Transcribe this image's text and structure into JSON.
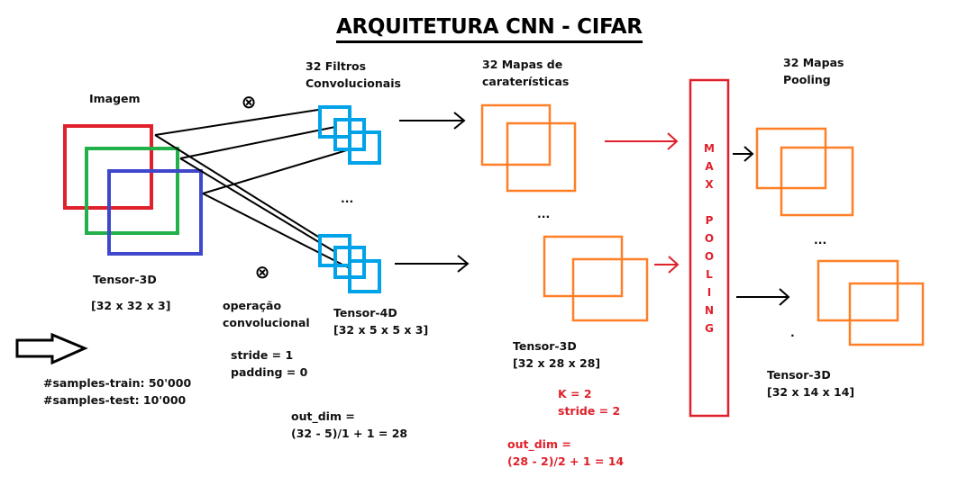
{
  "title": "ARQUITETURA CNN - CIFAR",
  "input": {
    "label": "Imagem",
    "tensor_label": "Tensor-3D",
    "tensor_shape": "[32 x 32 x 3]",
    "samples_train": "#samples-train: 50'000",
    "samples_test": "#samples-test: 10'000"
  },
  "filters": {
    "label_line1": "32 Filtros",
    "label_line2": "Convolucionais",
    "ellipsis": "...",
    "tensor_label": "Tensor-4D",
    "tensor_shape": "[32 x 5 x 5 x 3]"
  },
  "convolution": {
    "op_line1": "operação",
    "op_line2": "convolucional",
    "stride": "stride = 1",
    "padding": "padding = 0",
    "out_dim_line1": "out_dim =",
    "out_dim_line2": "(32 - 5)/1 + 1 = 28",
    "operator_symbol": "⊗"
  },
  "feature_maps": {
    "label_line1": "32 Mapas de",
    "label_line2": "caraterísticas",
    "ellipsis": "...",
    "tensor_label": "Tensor-3D",
    "tensor_shape": "[32 x 28 x 28]"
  },
  "max_pooling": {
    "letters": [
      "M",
      "A",
      "X",
      "P",
      "O",
      "O",
      "L",
      "I",
      "N",
      "G"
    ],
    "k": "K = 2",
    "stride": "stride = 2",
    "out_dim_line1": "out_dim =",
    "out_dim_line2": "(28 - 2)/2 + 1 = 14"
  },
  "pooling_maps": {
    "label_line1": "32 Mapas",
    "label_line2": "Pooling",
    "ellipsis": "...",
    "dot": ".",
    "tensor_label": "Tensor-3D",
    "tensor_shape": "[32 x 14 x 14]"
  },
  "colors": {
    "red": "#e0202a",
    "green": "#22b04b",
    "blue": "#3f48cc",
    "cyan": "#00a2e8",
    "orange": "#ff7f27",
    "black": "#000000"
  }
}
